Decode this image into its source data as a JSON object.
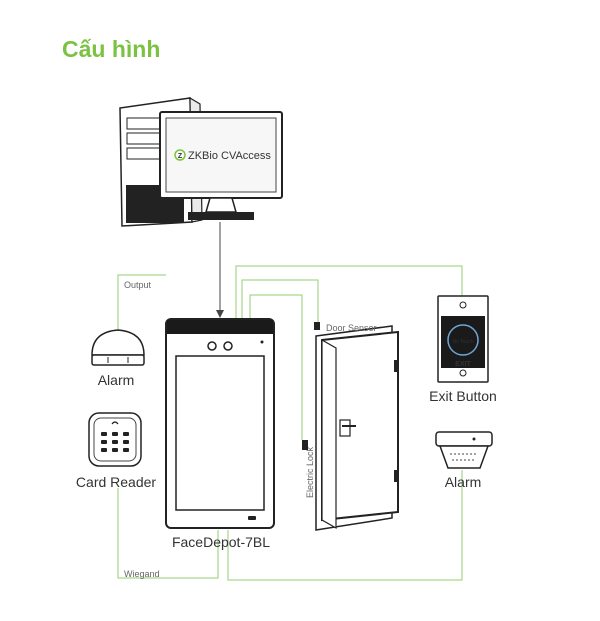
{
  "title": "Cấu hình",
  "software": {
    "logo_mark": "Z",
    "name": "ZKBio CVAccess"
  },
  "devices": {
    "main": "FaceDepot-7BL",
    "alarm_left": "Alarm",
    "card_reader": "Card Reader",
    "exit_button": "Exit Button",
    "alarm_right": "Alarm",
    "door_sensor": "Door Sensor",
    "electric_lock": "Electric Lock",
    "exit_small_text": "No Touch",
    "exit_label": "EXIT"
  },
  "connections": {
    "output": "Output",
    "wiegand": "Wiegand"
  },
  "colors": {
    "accent": "#7cc242",
    "line_green": "#a8d68a",
    "line_dark": "#333333"
  }
}
